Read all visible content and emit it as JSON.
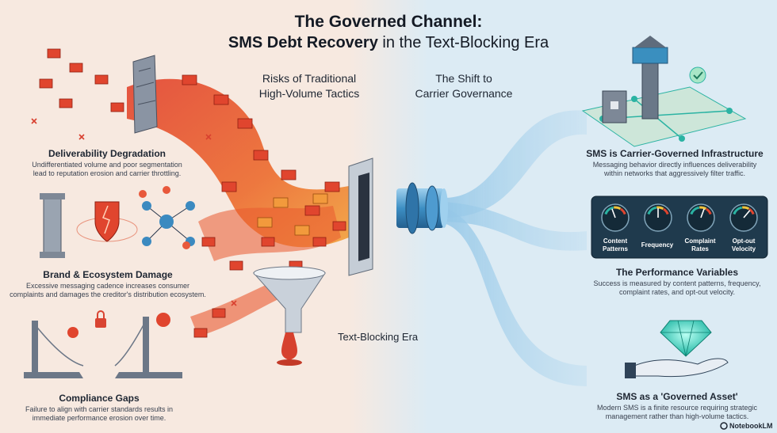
{
  "title": {
    "line1": "The Governed Channel:",
    "line2_bold": "SMS Debt Recovery",
    "line2_rest": " in the Text-Blocking Era"
  },
  "left_section": {
    "line1": "Risks of Traditional",
    "line2": "High-Volume Tactics"
  },
  "right_section": {
    "line1": "The Shift to",
    "line2": "Carrier Governance"
  },
  "left_items": [
    {
      "heading": "Deliverability Degradation",
      "line1": "Undifferentiated volume and poor segmentation",
      "line2": "lead to reputation erosion and carrier throttling."
    },
    {
      "heading": "Brand & Ecosystem Damage",
      "line1": "Excessive messaging cadence increases consumer",
      "line2": "complaints and damages the creditor's distribution ecosystem."
    },
    {
      "heading": "Compliance Gaps",
      "line1": "Failure to align with carrier standards results in",
      "line2": "immediate performance erosion over time."
    }
  ],
  "right_items": [
    {
      "heading": "SMS is Carrier-Governed Infrastructure",
      "line1": "Messaging behavior directly influences deliverability",
      "line2": "within networks that aggressively filter traffic."
    },
    {
      "heading": "The Performance Variables",
      "line1": "Success is measured by content patterns, frequency,",
      "line2": "complaint rates, and opt-out velocity."
    },
    {
      "heading": "SMS as a 'Governed Asset'",
      "line1": "Modern SMS is a finite resource requiring strategic",
      "line2": "management rather than high-volume tactics."
    }
  ],
  "gauges": [
    {
      "line1": "Content",
      "line2": "Patterns"
    },
    {
      "line1": "Frequency",
      "line2": ""
    },
    {
      "line1": "Complaint",
      "line2": "Rates"
    },
    {
      "line1": "Opt-out",
      "line2": "Velocity"
    }
  ],
  "center_label": "Text-Blocking Era",
  "brand": "NotebookLM",
  "colors": {
    "left_bg": "#f7e9e0",
    "right_bg": "#dcebf4",
    "envelope_red": "#e0452e",
    "envelope_orange": "#ef8a2e",
    "panel_dark": "#1f3a4d",
    "teal": "#2bb3a3",
    "pipe_blue": "#3d8fc4"
  }
}
